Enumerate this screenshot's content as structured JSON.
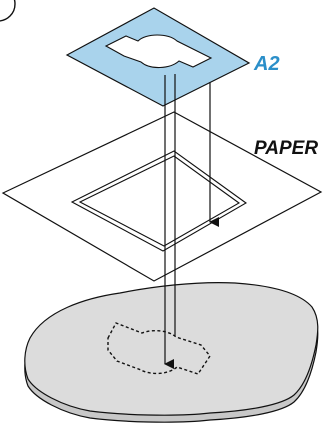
{
  "labels": {
    "part": "A2",
    "sheet": "PAPER"
  },
  "colors": {
    "template_fill": "#a9d3ec",
    "part_label": "#2b8fc9",
    "surface_fill": "#d8d8d8",
    "line": "#111111"
  },
  "icons": {
    "corner_mark": "partial-circle-outline"
  }
}
